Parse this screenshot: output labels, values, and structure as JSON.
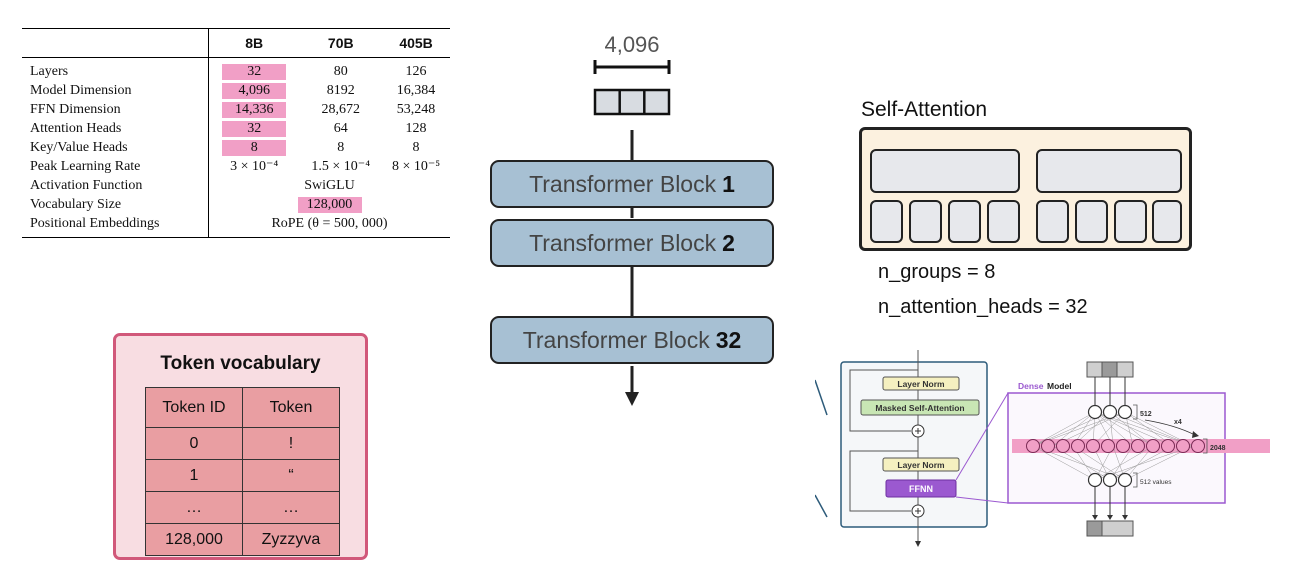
{
  "hyperparams": {
    "columns": [
      "",
      "8B",
      "70B",
      "405B"
    ],
    "rows": [
      {
        "label": "Layers",
        "v8": "32",
        "v70": "80",
        "v405": "126"
      },
      {
        "label": "Model Dimension",
        "v8": "4,096",
        "v70": "8192",
        "v405": "16,384"
      },
      {
        "label": "FFN Dimension",
        "v8": "14,336",
        "v70": "28,672",
        "v405": "53,248"
      },
      {
        "label": "Attention Heads",
        "v8": "32",
        "v70": "64",
        "v405": "128"
      },
      {
        "label": "Key/Value Heads",
        "v8": "8",
        "v70": "8",
        "v405": "8"
      },
      {
        "label": "Peak Learning Rate",
        "v8": "3 × 10⁻⁴",
        "v70": "1.5 × 10⁻⁴",
        "v405": "8 × 10⁻⁵"
      },
      {
        "label": "Activation Function",
        "shared": "SwiGLU"
      },
      {
        "label": "Vocabulary Size",
        "shared": "128,000"
      },
      {
        "label": "Positional Embeddings",
        "shared": "RoPE (θ = 500, 000)"
      }
    ]
  },
  "stack": {
    "dim_label": "4,096",
    "block_prefix": "Transformer Block",
    "block_nums": [
      "1",
      "2",
      "32"
    ]
  },
  "vocab": {
    "title": "Token vocabulary",
    "headers": [
      "Token ID",
      "Token"
    ],
    "rows": [
      [
        "0",
        "!"
      ],
      [
        "1",
        "“"
      ],
      [
        "…",
        "…"
      ],
      [
        "128,000",
        "Zyzzyva"
      ]
    ]
  },
  "attention": {
    "title": "Self-Attention",
    "groups_label": "n_groups = 8",
    "heads_label": "n_attention_heads = 32"
  },
  "dense": {
    "layer_norm": "Layer Norm",
    "masked_attn": "Masked Self-Attention",
    "ffnn": "FFNN",
    "title_word": "Dense",
    "title_rest": "Model",
    "n512": "512",
    "x4": "x4",
    "n2048": "2048",
    "n512_values": "512 values",
    "colors": {
      "pink": "#f19fc6",
      "purple": "#9b59d0",
      "green": "#c8e6b4",
      "yellow": "#f5f0c0"
    }
  }
}
